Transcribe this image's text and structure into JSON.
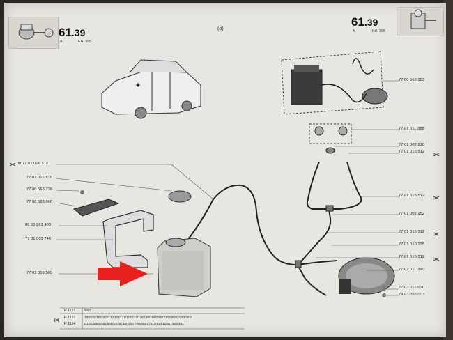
{
  "header_left": {
    "number": "61",
    "sub": ".39",
    "code_a": "A",
    "code_fr": "F.R. 995"
  },
  "header_right": {
    "number": "61",
    "sub": ".39",
    "code_a": "A",
    "code_fr": "F.R. 995"
  },
  "page_label": "(α)",
  "part_numbers_left": [
    "Im  77 01 016 512",
    "77 01 016 510",
    "77 00 568 736",
    "77 00 568 060",
    "08 55 881 400",
    "77 01 003 744",
    "77 01 016 509"
  ],
  "part_numbers_right": [
    "77 00 568 003",
    "77 01 011 388",
    "77 01 002 910",
    "77 01 016 512",
    "77 01 016 512",
    "77 01 002 952",
    "77 01 016 512",
    "77 01 010 235",
    "77 01 016 512",
    "77 01 011 390",
    "77 03 016 020",
    "79 03 056 003"
  ],
  "cut_marks": {
    "im": "Im"
  },
  "footer": {
    "row1_model": "R 1151",
    "row1_values": "/663",
    "row2_model": "R 1151",
    "row2_values": "/100/101/102/103/120/121/122/123/144/146/160/166/220/222/250/262/263/267/",
    "row3_model": "R 1154",
    "row3_values": "511/513/560/562/566/570/572/576/577/660/661/761/763/812/817/860/861",
    "marker": "(α)"
  },
  "colors": {
    "paper": "#e7e6e0",
    "arrow": "#e8211e",
    "ink": "#222222"
  }
}
